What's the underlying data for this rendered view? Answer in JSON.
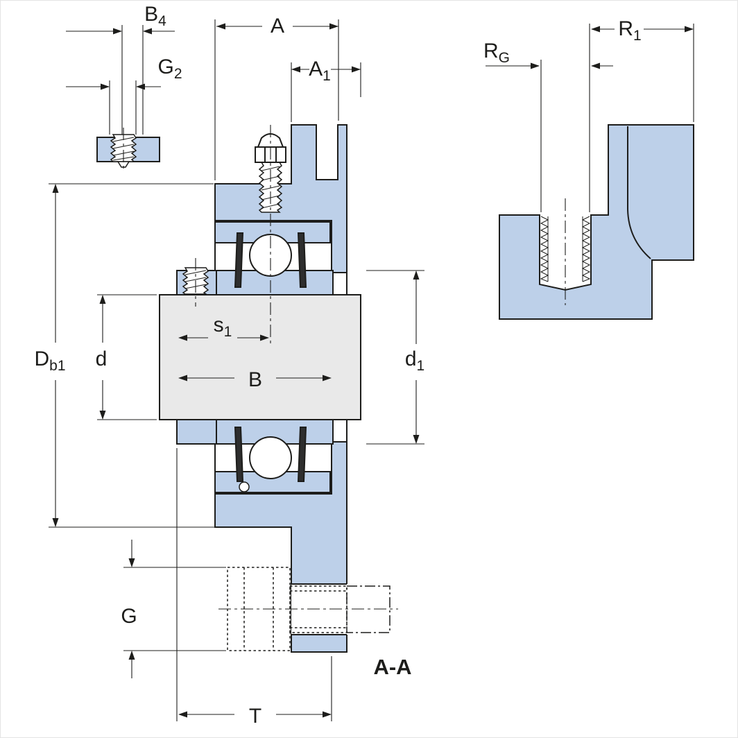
{
  "drawing": {
    "section_label": "A-A",
    "colors": {
      "housing_fill": "#bdd0e9",
      "shaft_fill": "#e9e9e9",
      "line": "#1d1d1b",
      "seal_fill": "#2e2e2e",
      "background": "#ffffff",
      "border": "#e3e3e3"
    },
    "labels": {
      "B4": {
        "main": "B",
        "sub": "4"
      },
      "G2": {
        "main": "G",
        "sub": "2"
      },
      "A": {
        "main": "A",
        "sub": ""
      },
      "A1": {
        "main": "A",
        "sub": "1"
      },
      "RG": {
        "main": "R",
        "sub": "G"
      },
      "R1": {
        "main": "R",
        "sub": "1"
      },
      "Db1": {
        "main": "D",
        "sub": "b1"
      },
      "d": {
        "main": "d",
        "sub": ""
      },
      "s1": {
        "main": "s",
        "sub": "1"
      },
      "B": {
        "main": "B",
        "sub": ""
      },
      "d1": {
        "main": "d",
        "sub": "1"
      },
      "G": {
        "main": "G",
        "sub": ""
      },
      "T": {
        "main": "T",
        "sub": ""
      }
    }
  }
}
